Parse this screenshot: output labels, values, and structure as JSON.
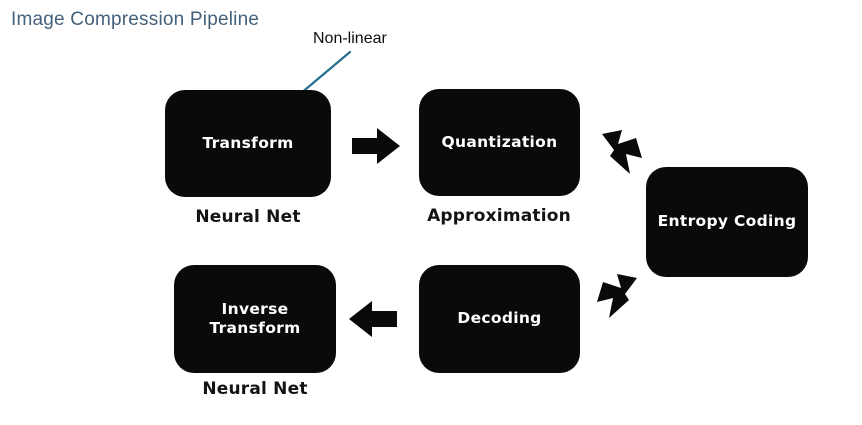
{
  "title": "Image Compression Pipeline",
  "theme": {
    "background": "#ffffff",
    "title_color": "#44617b",
    "box_fill": "#0a0a0a",
    "box_text": "#ffffff",
    "caption_color": "#131313",
    "annotation_line": "#23708f",
    "arrow_color": "#0a0a0a"
  },
  "annotation": {
    "label": "Non-linear",
    "target": "transform-box"
  },
  "diagram": {
    "type": "flowchart",
    "boxes": [
      {
        "id": "transform",
        "label": "Transform",
        "caption": "Neural Net"
      },
      {
        "id": "quantization",
        "label": "Quantization",
        "caption": "Approximation"
      },
      {
        "id": "entropy",
        "label": "Entropy Coding",
        "caption": ""
      },
      {
        "id": "decoding",
        "label": "Decoding",
        "caption": ""
      },
      {
        "id": "inverse",
        "label": "Inverse\nTransform",
        "caption": "Neural Net"
      }
    ],
    "arrows": [
      {
        "id": "transform-to-quantization",
        "direction": "right"
      },
      {
        "id": "quantization-to-entropy",
        "direction": "down-right"
      },
      {
        "id": "entropy-to-decoding",
        "direction": "down-left"
      },
      {
        "id": "decoding-to-inverse",
        "direction": "left"
      }
    ]
  }
}
